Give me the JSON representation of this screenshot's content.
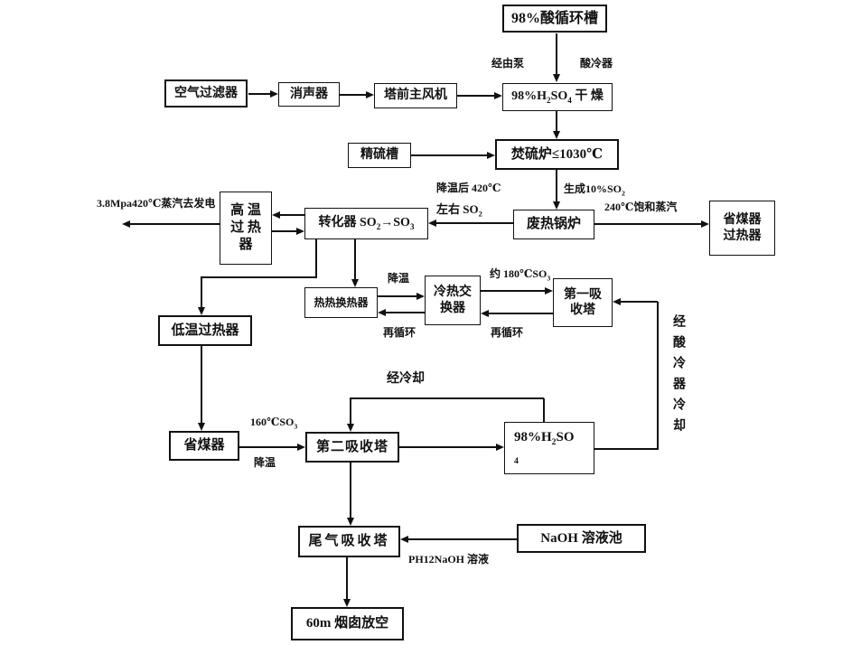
{
  "colors": {
    "line": "#111111",
    "background": "#ffffff",
    "text": "#111111"
  },
  "boxes": {
    "acid_circulation_tank": "98%酸循环槽",
    "air_filter": "空气过滤器",
    "silencer": "消声器",
    "main_blower": "塔前主风机",
    "drying_tower": "98%H{2}SO{4} 干 燥",
    "sulfur_tank": "精硫槽",
    "sulfur_furnace": "焚硫炉≤1030℃",
    "ht_superheater": [
      "高 温",
      "过 热",
      "器"
    ],
    "converter": "转化器 SO{2}→SO{3}",
    "waste_heat_boiler": "废热锅炉",
    "economizer_superheater": [
      "省煤器",
      "过热器"
    ],
    "hot_heat_exchanger": "热热换热器",
    "cold_heat_exchanger": [
      "冷热交",
      "换器"
    ],
    "first_absorption_tower": [
      "第一吸",
      "收塔"
    ],
    "lt_superheater": "低温过热器",
    "economizer": "省煤器",
    "second_absorption_tower": "第二吸收塔",
    "h2so4_98": [
      "98%H{2}SO",
      "{4}"
    ],
    "tail_gas_tower": "尾气吸收塔",
    "naoh_pool": "NaOH 溶液池",
    "chimney": "60m 烟囱放空"
  },
  "labels": {
    "via_pump": "经由泵",
    "acid_cooler": "酸冷器",
    "after_cooling_420": "降温后 420℃",
    "so2_around": "左右 SO{2}",
    "generate_so2": "生成10%SO{2}",
    "saturated_steam_240": "240℃饱和蒸汽",
    "steam_to_power": "3.8Mpa420℃蒸汽去发电",
    "cooling_1": "降温",
    "recycle_1": "再循环",
    "so3_180": "约 180℃SO{3}",
    "recycle_2": "再循环",
    "via_acid_cooler_cooling": "经酸冷器冷却",
    "via_cooling": "经冷却",
    "so3_160": "160℃SO{3}",
    "cooling_2": "降温",
    "naoh_solution": "PH12NaOH 溶液"
  }
}
